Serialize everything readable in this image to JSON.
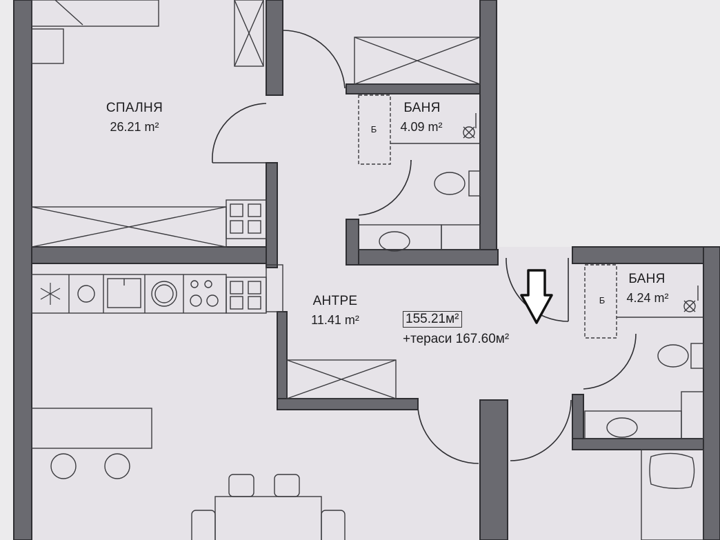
{
  "rooms": {
    "bedroom": {
      "name": "СПАЛНЯ",
      "area": "26.21 m²"
    },
    "bath1": {
      "name": "БАНЯ",
      "area": "4.09 m²",
      "tag": "Б"
    },
    "bath2": {
      "name": "БАНЯ",
      "area": "4.24 m²",
      "tag": "Б"
    },
    "hall": {
      "name": "АНТРЕ",
      "area": "11.41 m²"
    }
  },
  "totals": {
    "area": "155.21м²",
    "terraces": "+тераси 167.60м²"
  },
  "icons": [
    "entrance-arrow-icon",
    "snowflake-icon",
    "sink-icon",
    "stove-icon",
    "toilet-icon",
    "washbasin-icon",
    "shower-icon"
  ],
  "colors": {
    "floor": "#e6e3e8",
    "outside": "#ecebed",
    "wall": "#3c3c40",
    "wall_fill": "#6a6a70",
    "line": "#444"
  }
}
